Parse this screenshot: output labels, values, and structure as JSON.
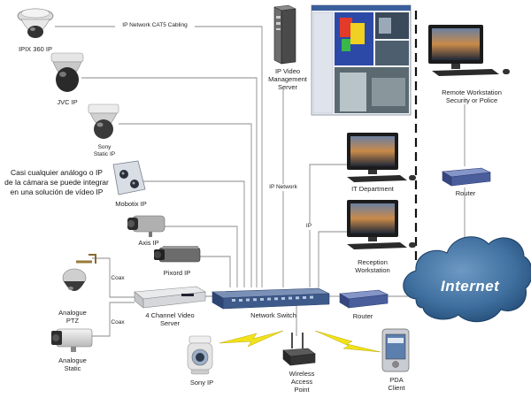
{
  "labels": {
    "ipix": "IPIX 360 IP",
    "jvc": "JVC IP",
    "sony_static": "Sony\nStatic IP",
    "mobotix": "Mobotix IP",
    "axis": "Axis IP",
    "pixord": "Pixord IP",
    "analogue_ptz": "Analogue\nPTZ",
    "analogue_static": "Analogue\nStatic",
    "coax_top": "Coax",
    "coax_bottom": "Coax",
    "video_server": "4 Channel Video\nServer",
    "network_switch": "Network Switch",
    "router_bottom": "Router",
    "router_right": "Router",
    "internet": "Internet",
    "sony_ip": "Sony IP",
    "wireless_ap": "Wireless\nAccess\nPoint",
    "pda_client": "PDA\nClient",
    "ip_vms": "IP Video\nManagement\nServer",
    "it_department": "IT Department",
    "reception": "Reception\nWorkstation",
    "remote_workstation": "Remote Workstation\nSecurity or Police",
    "cabling": "IP Network CAT5 Cabling",
    "ip_network": "IP Network",
    "ip_small": "IP",
    "note": "Casi cualquier análogo o IP\nde la cámara se puede integrar\nen una solución de vídeo IP"
  },
  "colors": {
    "wire": "#8a8a8a",
    "cloud": "#3f6f9e",
    "switch": "#3d5a8a",
    "router": "#4a5e9c",
    "lightning": "#f2e21b"
  }
}
